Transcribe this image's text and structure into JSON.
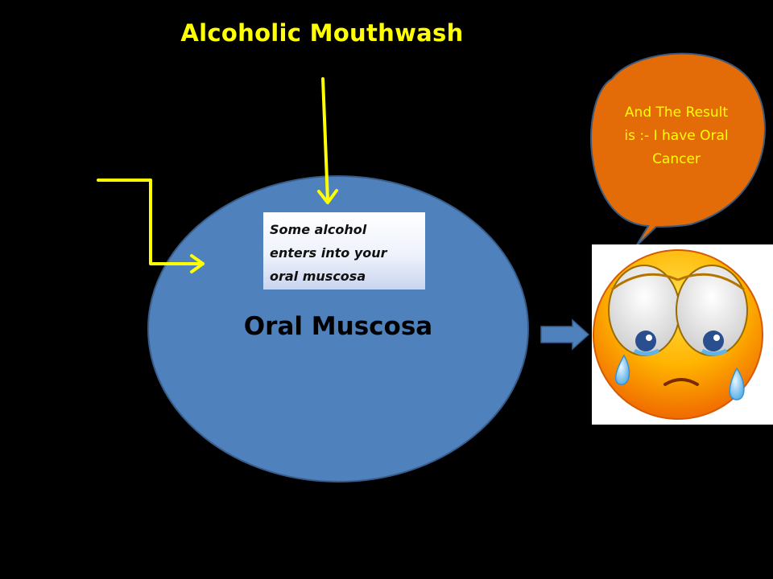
{
  "title": {
    "text": "Alcoholic Mouthwash"
  },
  "note": {
    "lines": [
      "Some alcohol",
      "enters into your",
      "oral muscosa"
    ]
  },
  "ellipse": {
    "label": "Oral Muscosa"
  },
  "bubble": {
    "lines": [
      "And The Result",
      "is :- I have Oral",
      "Cancer"
    ]
  },
  "colors": {
    "background": "#000000",
    "title_text": "#ffff00",
    "arrows": "#ffff00",
    "ellipse_fill": "#4f81bd",
    "ellipse_stroke": "#385d8a",
    "bubble_fill": "#e36c09",
    "bubble_stroke": "#3a5a80",
    "bubble_text": "#ffff00",
    "block_arrow": "#4f81bd"
  },
  "icons": {
    "emoji": "crying-face-icon"
  }
}
